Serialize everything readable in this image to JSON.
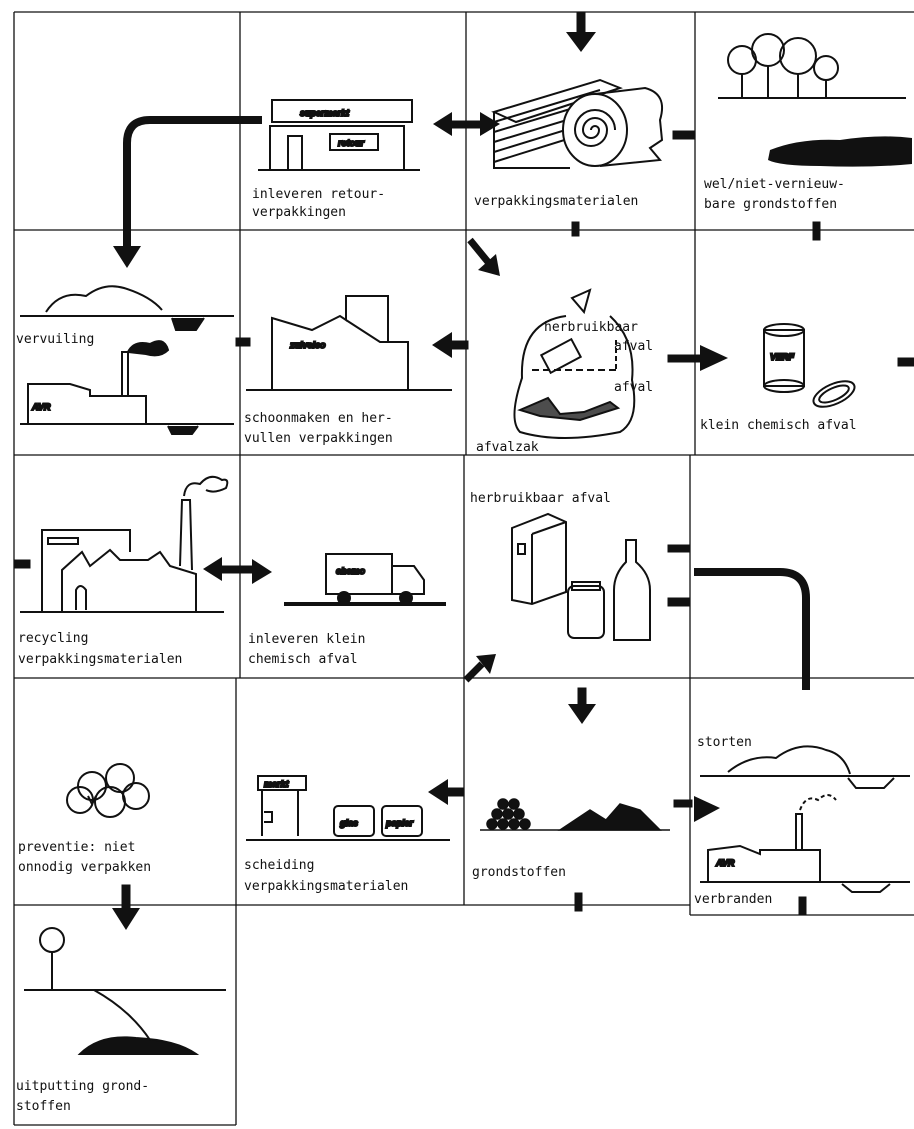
{
  "cells": {
    "inleveren_retour": [
      "inleveren retour-",
      "verpakkingen"
    ],
    "verpakkingsmaterialen": [
      "verpakkingsmaterialen"
    ],
    "grondstoffen_vernieuwbaar": [
      "wel/niet-vernieuw-",
      "bare grondstoffen"
    ],
    "vervuiling": [
      "vervuiling"
    ],
    "schoonmaken": [
      "schoonmaken en her-",
      "vullen verpakkingen"
    ],
    "afvalzak": {
      "herbruikbaar": "herbruikbaar",
      "afval1": "afval",
      "afval2": "afval",
      "zak": "afvalzak"
    },
    "klein_chemisch": [
      "klein chemisch afval"
    ],
    "recycling": [
      "recycling",
      "verpakkingsmaterialen"
    ],
    "inleveren_chemisch": [
      "inleveren klein",
      "chemisch afval"
    ],
    "herbruikbaar_afval": [
      "herbruikbaar afval"
    ],
    "preventie": [
      "preventie: niet",
      "onnodig verpakken"
    ],
    "scheiding": [
      "scheiding",
      "verpakkingsmaterialen"
    ],
    "grondstoffen": [
      "grondstoffen"
    ],
    "storten": [
      "storten"
    ],
    "verbranden": [
      "verbranden"
    ],
    "uitputting": [
      "uitputting grond-",
      "stoffen"
    ]
  },
  "signs": {
    "supermarkt": "supermarkt",
    "retour": "retour",
    "zuivelco": "zuivelco",
    "avr_top": "AVR",
    "chemo": "chemo",
    "verf": "VERF",
    "markt": "markt",
    "glas": "glas",
    "papier": "papier",
    "avr_bottom": "AVR"
  }
}
